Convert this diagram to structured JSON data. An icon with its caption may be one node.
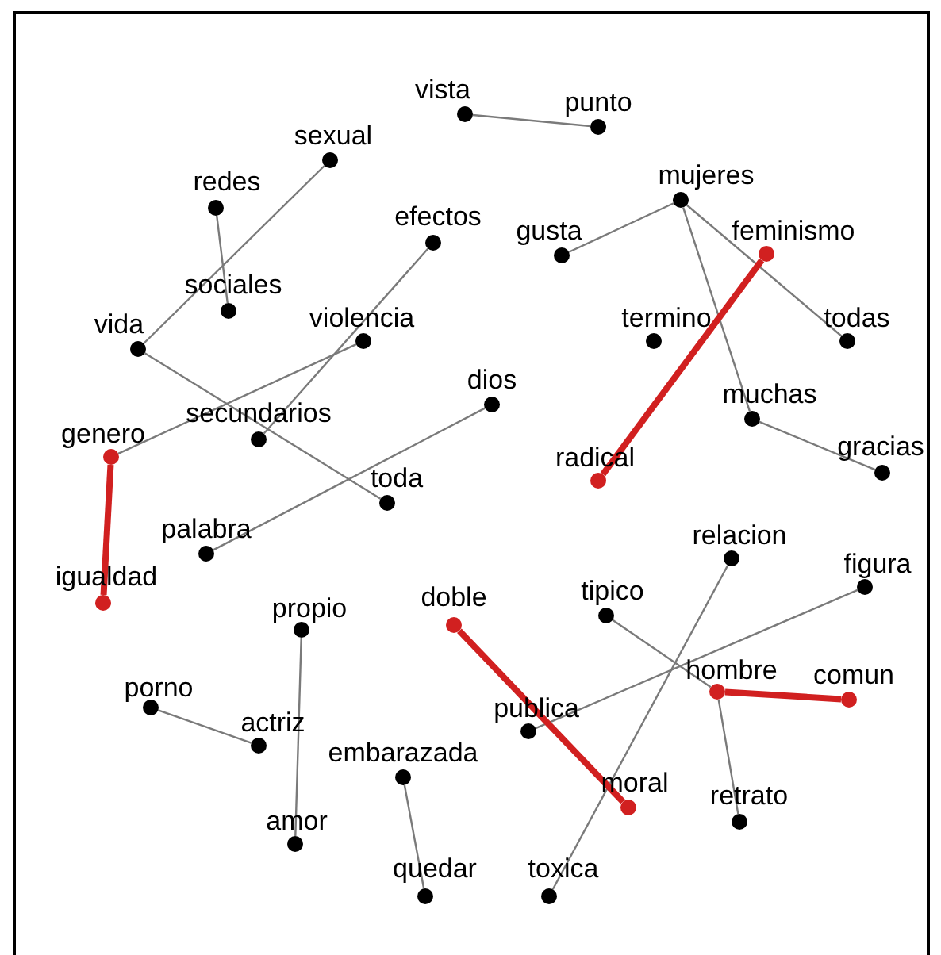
{
  "diagram": {
    "nodes": [
      {
        "text": [
          "vista"
        ]
      },
      {
        "text": [
          "punto"
        ]
      },
      {
        "text": [
          "sexual"
        ]
      },
      {
        "text": [
          "redes"
        ]
      },
      {
        "text": [
          "sociales"
        ]
      },
      {
        "text": [
          "efectos"
        ]
      },
      {
        "text": [
          "mujeres"
        ]
      },
      {
        "text": [
          "gusta"
        ]
      },
      {
        "text": [
          "feminismo"
        ]
      },
      {
        "text": [
          "vida"
        ]
      },
      {
        "text": [
          "violencia"
        ]
      },
      {
        "text": [
          "termino"
        ]
      },
      {
        "text": [
          "todas"
        ]
      },
      {
        "text": [
          "dios"
        ]
      },
      {
        "text": [
          "secundarios"
        ]
      },
      {
        "text": [
          "muchas"
        ]
      },
      {
        "text": [
          "genero"
        ]
      },
      {
        "text": [
          "radical"
        ]
      },
      {
        "text": [
          "gracias"
        ]
      },
      {
        "text": [
          "toda"
        ]
      },
      {
        "text": [
          "palabra"
        ]
      },
      {
        "text": [
          "relacion"
        ]
      },
      {
        "text": [
          "figura"
        ]
      },
      {
        "text": [
          "igualdad"
        ]
      },
      {
        "text": [
          "propio"
        ]
      },
      {
        "text": [
          "doble"
        ]
      },
      {
        "text": [
          "tipico"
        ]
      },
      {
        "text": [
          "hombre"
        ]
      },
      {
        "text": [
          "comun"
        ]
      },
      {
        "text": [
          "porno"
        ]
      },
      {
        "text": [
          "publica"
        ]
      },
      {
        "text": [
          "actriz"
        ]
      },
      {
        "text": [
          "embarazada"
        ]
      },
      {
        "text": [
          "moral"
        ]
      },
      {
        "text": [
          "retrato"
        ]
      },
      {
        "text": [
          "amor"
        ]
      },
      {
        "text": [
          "quedar"
        ]
      },
      {
        "text": [
          "toxica"
        ]
      }
    ],
    "edges": [
      {
        "from": 0,
        "to": 1,
        "arrow": "none"
      },
      {
        "from": 3,
        "to": 4,
        "arrow": "none"
      },
      {
        "from": 2,
        "to": 9,
        "arrow": "none"
      },
      {
        "from": 5,
        "to": 14,
        "arrow": "none"
      },
      {
        "from": 6,
        "to": 7,
        "arrow": "none"
      },
      {
        "from": 6,
        "to": 12,
        "arrow": "none"
      },
      {
        "from": 6,
        "to": 15,
        "arrow": "none"
      },
      {
        "from": 8,
        "to": 17,
        "arrow": "none",
        "style": "thick",
        "color": "#d12020"
      },
      {
        "from": 10,
        "to": 16,
        "arrow": "none"
      },
      {
        "from": 9,
        "to": 19,
        "arrow": "none"
      },
      {
        "from": 15,
        "to": 18,
        "arrow": "none"
      },
      {
        "from": 13,
        "to": 20,
        "arrow": "none"
      },
      {
        "from": 16,
        "to": 23,
        "arrow": "none",
        "style": "thick",
        "color": "#d12020"
      },
      {
        "from": 21,
        "to": 37,
        "arrow": "none"
      },
      {
        "from": 22,
        "to": 30,
        "arrow": "none"
      },
      {
        "from": 26,
        "to": 27,
        "arrow": "none"
      },
      {
        "from": 27,
        "to": 28,
        "arrow": "none",
        "style": "thick",
        "color": "#d12020"
      },
      {
        "from": 27,
        "to": 34,
        "arrow": "none"
      },
      {
        "from": 25,
        "to": 33,
        "arrow": "none",
        "style": "thick",
        "color": "#d12020"
      },
      {
        "from": 24,
        "to": 35,
        "arrow": "none"
      },
      {
        "from": 29,
        "to": 31,
        "arrow": "none"
      },
      {
        "from": 32,
        "to": 36,
        "arrow": "none"
      }
    ]
  }
}
